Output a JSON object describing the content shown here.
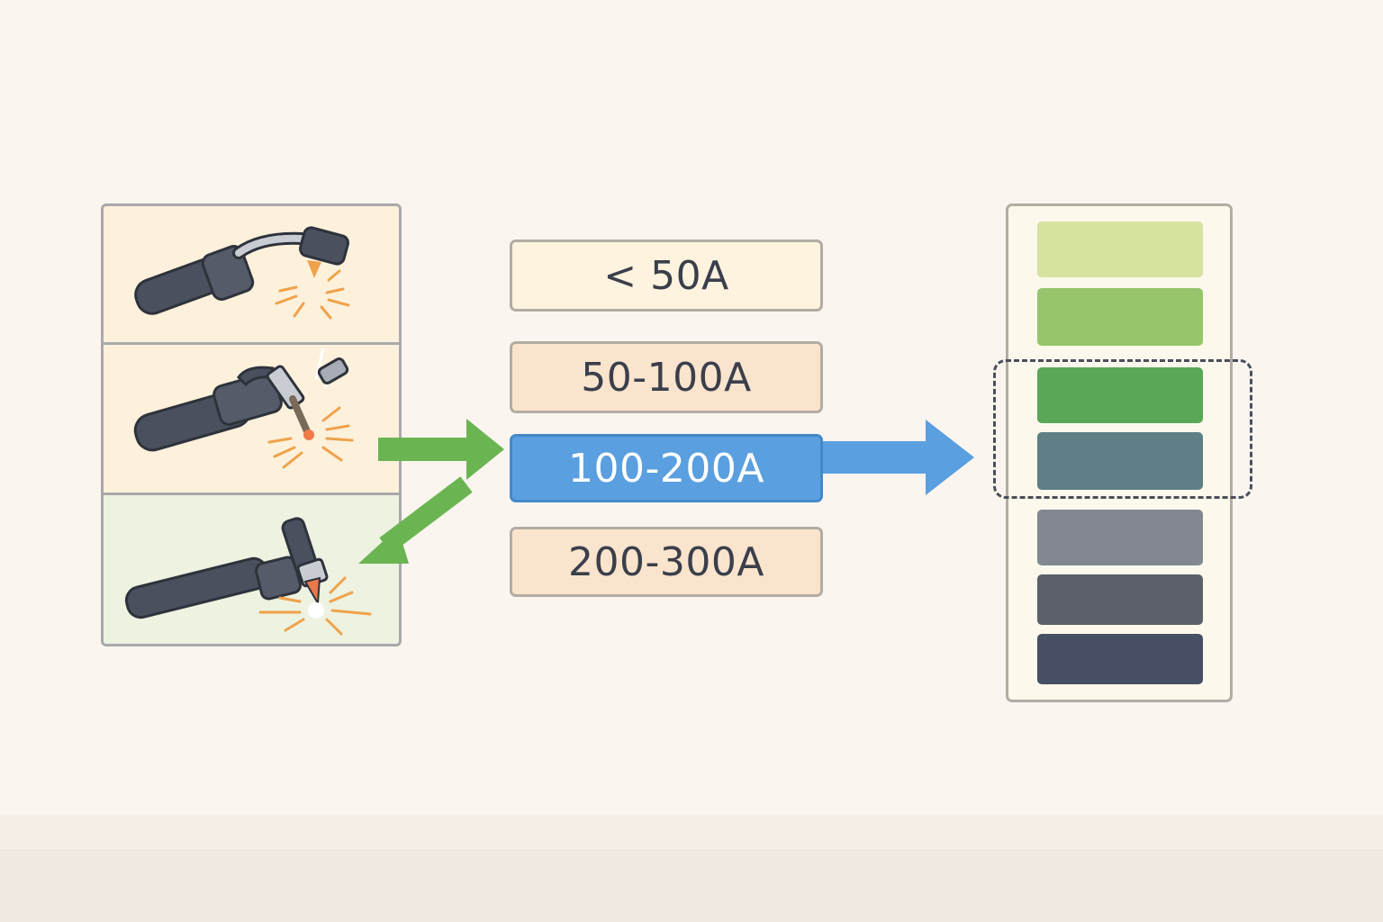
{
  "processes": [
    {
      "id": "mig",
      "icon": "mig-torch-icon"
    },
    {
      "id": "stick",
      "icon": "stick-electrode-holder-icon"
    },
    {
      "id": "tig",
      "icon": "tig-torch-icon"
    }
  ],
  "amperage_ranges": [
    {
      "label": "< 50A",
      "selected": false
    },
    {
      "label": "50-100A",
      "selected": false
    },
    {
      "label": "100-200A",
      "selected": true
    },
    {
      "label": "200-300A",
      "selected": false
    }
  ],
  "shade_swatches": [
    {
      "color": "#d5e3a0",
      "highlighted": false
    },
    {
      "color": "#96c56c",
      "highlighted": false
    },
    {
      "color": "#5aa757",
      "highlighted": true
    },
    {
      "color": "#5e7f86",
      "highlighted": true
    },
    {
      "color": "#838790",
      "highlighted": false
    },
    {
      "color": "#5b6069",
      "highlighted": false
    },
    {
      "color": "#474f64",
      "highlighted": false
    }
  ],
  "colors": {
    "background": "#faf5ef",
    "green_arrow": "#6ab552",
    "blue_arrow": "#5a9fdf",
    "selected_range": "#5a9fdf",
    "tool_body": "#4a505e",
    "spark": "#f0a24a"
  }
}
